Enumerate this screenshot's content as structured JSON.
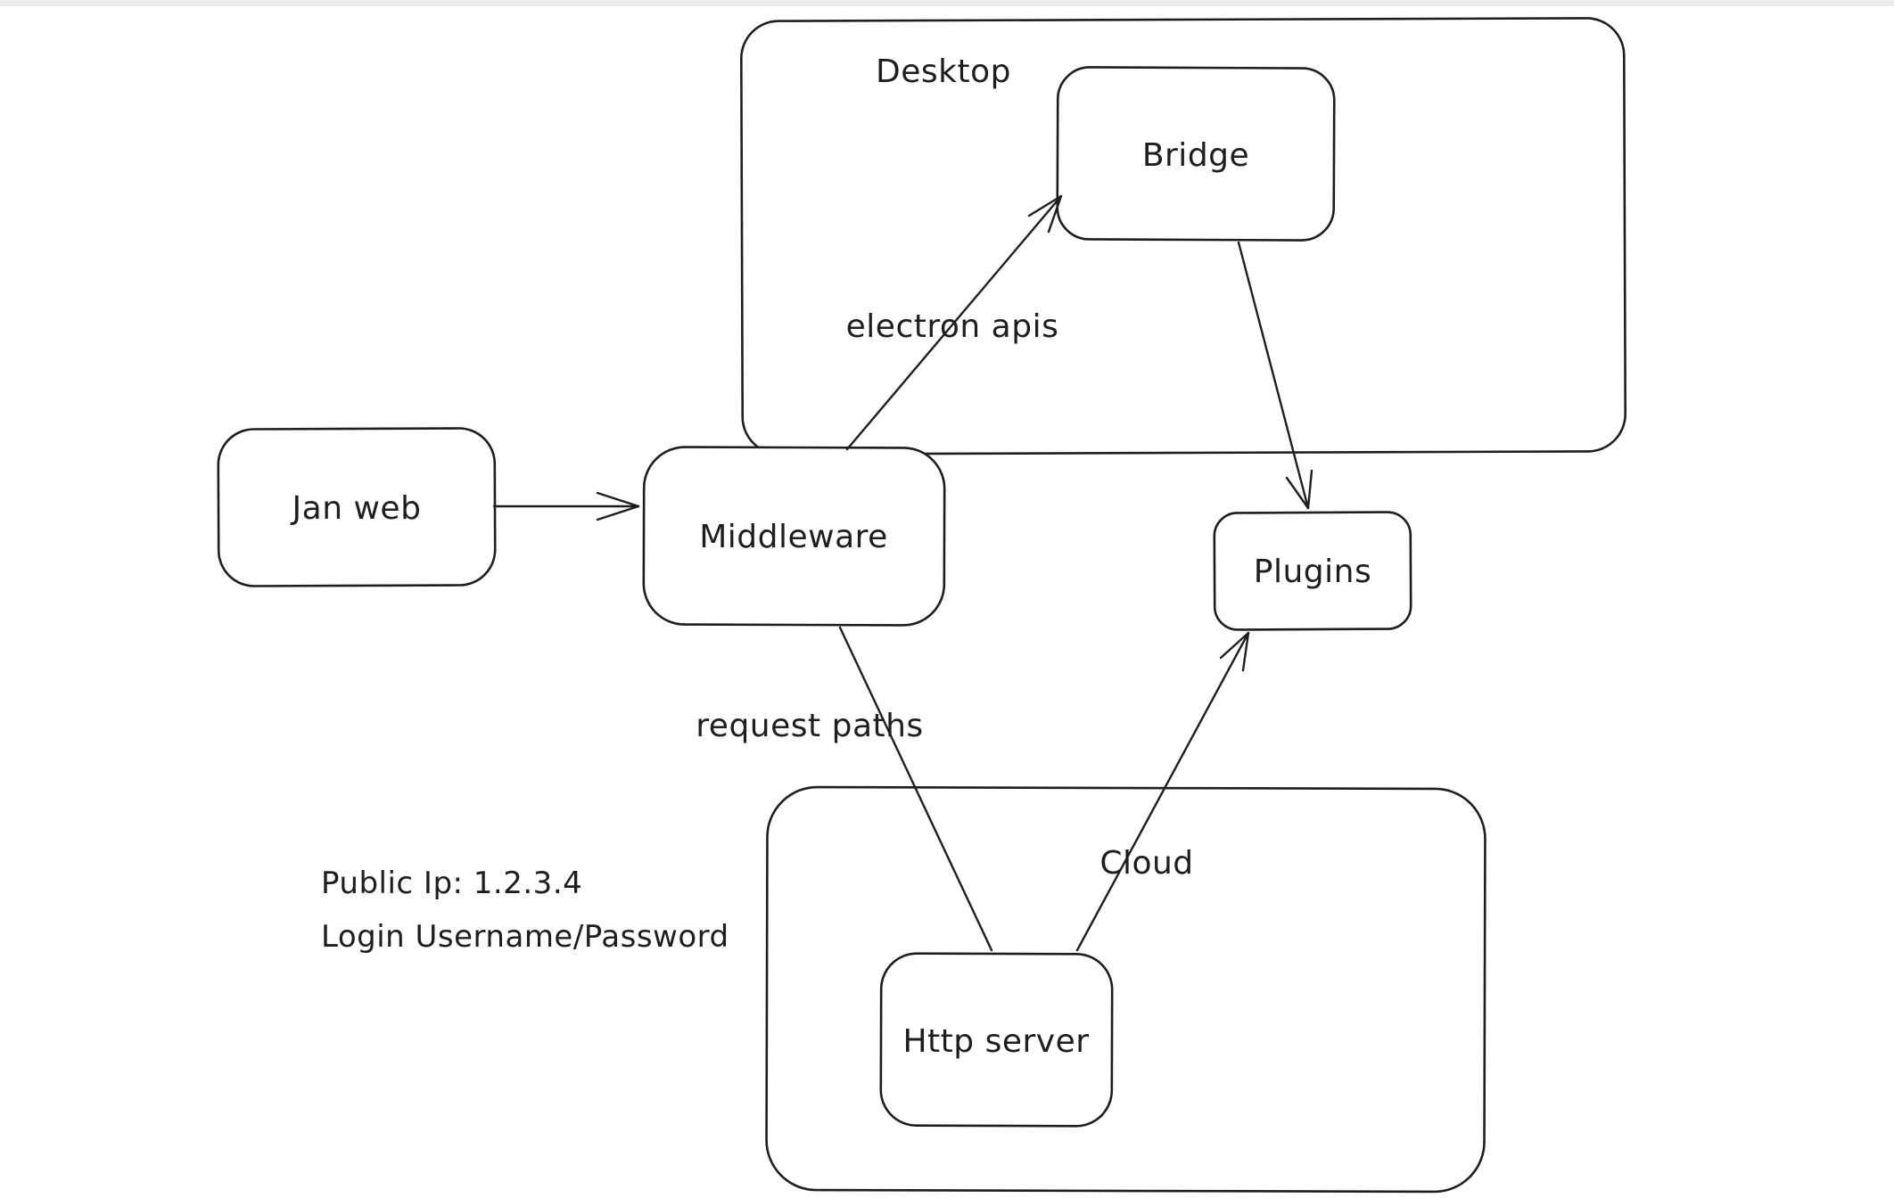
{
  "diagram": {
    "background": "#ffffff",
    "stroke_color": "#1e1e1e",
    "containers": [
      {
        "id": "desktop",
        "label": "Desktop"
      },
      {
        "id": "cloud",
        "label": "Cloud"
      }
    ],
    "nodes": [
      {
        "id": "jan-web",
        "label": "Jan web"
      },
      {
        "id": "middleware",
        "label": "Middleware"
      },
      {
        "id": "bridge",
        "label": "Bridge"
      },
      {
        "id": "plugins",
        "label": "Plugins"
      },
      {
        "id": "http-server",
        "label": "Http server"
      }
    ],
    "edge_labels": [
      {
        "id": "electron-apis",
        "label": "electron apis"
      },
      {
        "id": "request-paths",
        "label": "request paths"
      }
    ],
    "annotations": [
      {
        "id": "public-ip",
        "label": "Public Ip: 1.2.3.4"
      },
      {
        "id": "login-credentials",
        "label": "Login Username/Password"
      }
    ],
    "edges": [
      {
        "id": "janweb-to-middleware",
        "from": "jan-web",
        "to": "middleware"
      },
      {
        "id": "middleware-to-bridge",
        "from": "middleware",
        "to": "bridge",
        "label": "electron apis"
      },
      {
        "id": "bridge-to-plugins",
        "from": "bridge",
        "to": "plugins"
      },
      {
        "id": "middleware-to-httpserver",
        "from": "middleware",
        "to": "http-server",
        "label": "request paths"
      },
      {
        "id": "httpserver-to-plugins",
        "from": "http-server",
        "to": "plugins"
      }
    ]
  }
}
